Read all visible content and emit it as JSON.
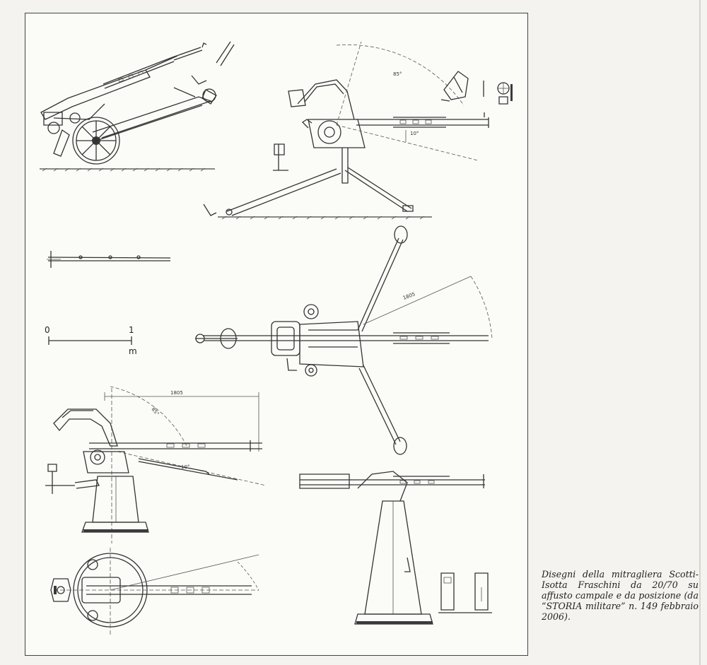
{
  "figure": {
    "scale_bar": {
      "start": "0",
      "end": "1",
      "unit": "m"
    },
    "dimensions": {
      "top_arc_length": "1805",
      "side_span": "1805",
      "top_elevation": "85°",
      "top_depression": "10°",
      "side_elevation": "85°",
      "side_depression": "10°"
    }
  },
  "caption": "Disegni della mitragliera Scotti-Isotta Fraschini da 20/70 su affusto campale e da posizione (da “STORIA militare” n. 149 febbraio 2006)."
}
